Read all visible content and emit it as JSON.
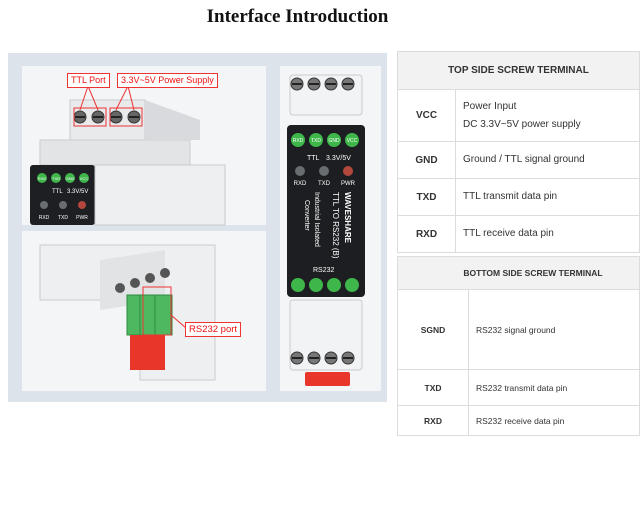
{
  "page": {
    "title": "Interface Introduction"
  },
  "callouts": {
    "ttl_port": "TTL Port",
    "power_supply": "3.3V~5V Power Supply",
    "rs232_port": "RS232 port"
  },
  "device": {
    "brand": "WAVESHARE",
    "model": "TTL TO RS232 (B)",
    "product_line1": "Industrial Isolated",
    "product_line2": "Converter",
    "top_pins": [
      "RXD",
      "TXD",
      "GND",
      "VCC"
    ],
    "ttl_label": "TTL",
    "voltage_label": "3.3V/5V",
    "leds": [
      "RXD",
      "TXD",
      "PWR"
    ],
    "rs232_label": "RS232"
  },
  "colors": {
    "terminal_green": "#3eb64a",
    "latch_red": "#e8362a",
    "callout_red": "#ee2222"
  },
  "top_table": {
    "header": "TOP SIDE SCREW TERMINAL",
    "rows": [
      {
        "pin": "VCC",
        "desc_line1": "Power Input",
        "desc_line2": "DC 3.3V~5V power supply"
      },
      {
        "pin": "GND",
        "desc_line1": "Ground / TTL signal ground"
      },
      {
        "pin": "TXD",
        "desc_line1": "TTL transmit data pin"
      },
      {
        "pin": "RXD",
        "desc_line1": "TTL receive data pin"
      }
    ]
  },
  "bottom_table": {
    "header": "BOTTOM SIDE SCREW TERMINAL",
    "rows": [
      {
        "pin": "SGND",
        "desc": "RS232 signal ground"
      },
      {
        "pin": "TXD",
        "desc": "RS232 transmit data pin"
      },
      {
        "pin": "RXD",
        "desc": "RS232 receive data pin"
      }
    ]
  }
}
